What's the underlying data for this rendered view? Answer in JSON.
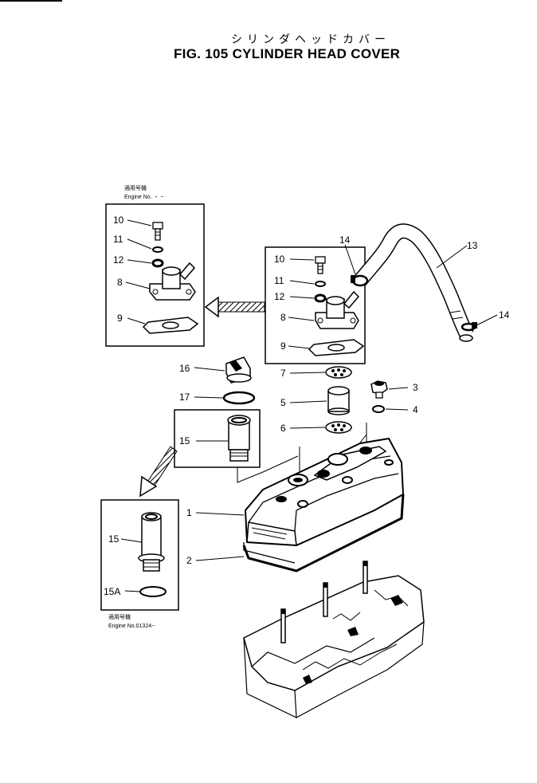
{
  "figure": {
    "title_jp": "シリンダヘッドカバー",
    "title_en": "FIG. 105  CYLINDER HEAD COVER"
  },
  "insets": {
    "upper_left": {
      "jp_caption": "適用号機",
      "engine_no": "Engine No.  ・  ~"
    },
    "lower_left": {
      "jp_caption": "適用号機",
      "engine_no": "Engine No.01324~"
    }
  },
  "callouts": {
    "n1": "1",
    "n2": "2",
    "n3": "3",
    "n4": "4",
    "n5": "5",
    "n6": "6",
    "n7": "7",
    "n8": "8",
    "n9": "9",
    "n10": "10",
    "n11": "11",
    "n12": "12",
    "n13": "13",
    "n14": "14",
    "n15": "15",
    "n15a": "15A",
    "n16": "16",
    "n17": "17"
  },
  "colors": {
    "ink": "#000000",
    "paper": "#ffffff"
  }
}
